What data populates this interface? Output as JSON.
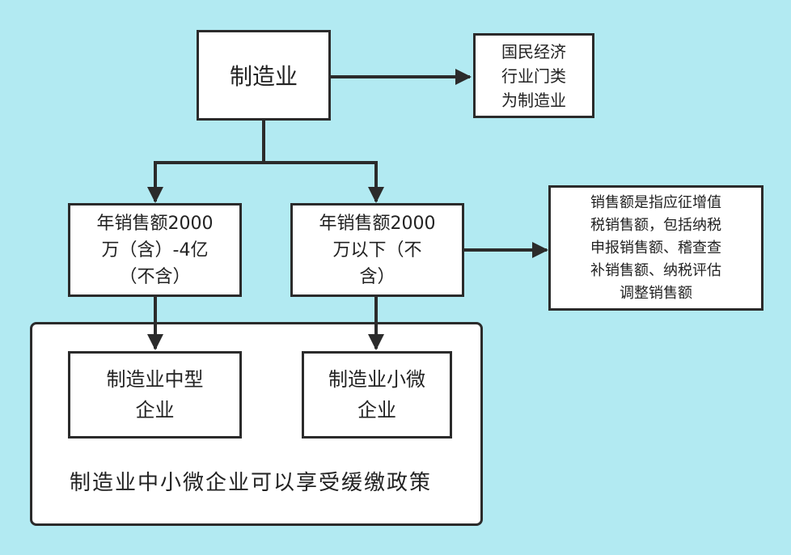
{
  "colors": {
    "background": "#b2eaf2",
    "box_fill": "#ffffff",
    "line": "#2b2b2b"
  },
  "nodes": {
    "manufacturing": "制造业",
    "industry_category": "国民经济\n行业门类\n为制造业",
    "sales_2000_to_4yi": "年销售额2000\n万（含）-4亿\n（不含）",
    "sales_below_2000": "年销售额2000\n万以下（不\n含）",
    "sales_definition": "销售额是指应征增值\n税销售额，包括纳税\n申报销售额、稽查查\n补销售额、纳税评估\n调整销售额",
    "medium_enterprise": "制造业中型\n企业",
    "small_micro_enterprise": "制造业小微\n企业"
  },
  "region_caption": "制造业中小微企业可以享受缓缴政策"
}
